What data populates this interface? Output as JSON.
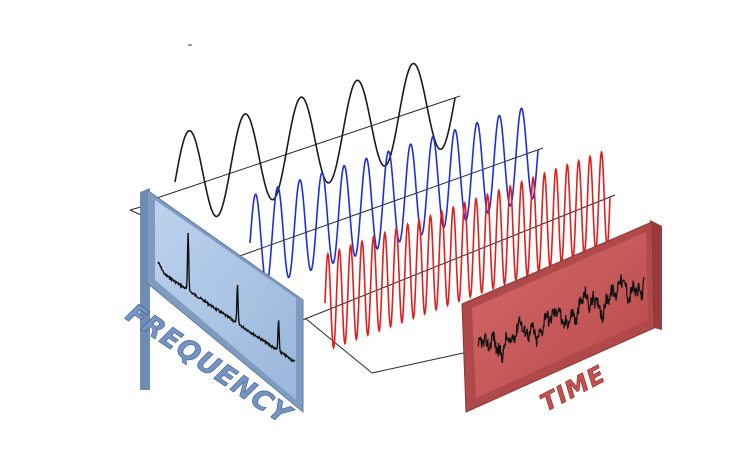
{
  "labels": {
    "frequency": "FREQUENCY",
    "time": "TIME"
  },
  "colors": {
    "wave_low": "#1a1a1a",
    "wave_mid": "#1f2fd6",
    "wave_high": "#e01f1f",
    "axis_line": "#2a2a2a",
    "frequency_panel_face": "#a9c4e3",
    "frequency_panel_frame": "#7f9cc0",
    "time_panel_face": "#c95a5a",
    "time_panel_frame": "#a84444",
    "frequency_text": "#6f8fbf",
    "time_text": "#c0504d"
  },
  "diagram": {
    "waves": [
      {
        "name": "low-frequency-wave",
        "color_key": "wave_low",
        "cycles": 5
      },
      {
        "name": "mid-frequency-wave",
        "color_key": "wave_mid",
        "cycles": 13
      },
      {
        "name": "high-frequency-wave",
        "color_key": "wave_high",
        "cycles": 25
      }
    ],
    "spectrum_peaks": 3
  }
}
